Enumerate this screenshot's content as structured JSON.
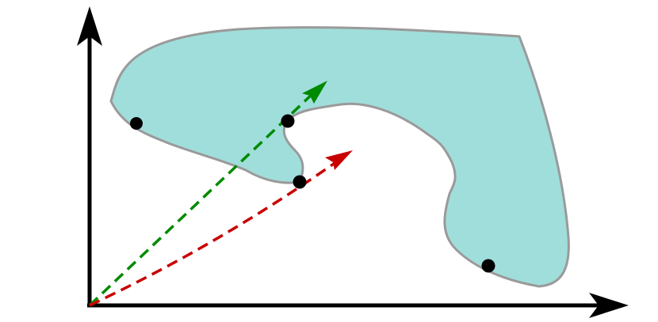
{
  "colors": {
    "background": "#ffffff",
    "axis": "#000000",
    "region_fill": "#a0dedb",
    "region_stroke": "#9a9a9a",
    "point": "#000000",
    "ray_green": "#008a00",
    "ray_red": "#c80000"
  },
  "elements": {
    "axes": [
      "x-axis-arrow",
      "y-axis-arrow"
    ],
    "region": "non-convex-region",
    "points": [
      "point-1",
      "point-2",
      "point-3",
      "point-4"
    ],
    "rays": [
      "green-dashed-ray",
      "red-dashed-ray"
    ]
  }
}
